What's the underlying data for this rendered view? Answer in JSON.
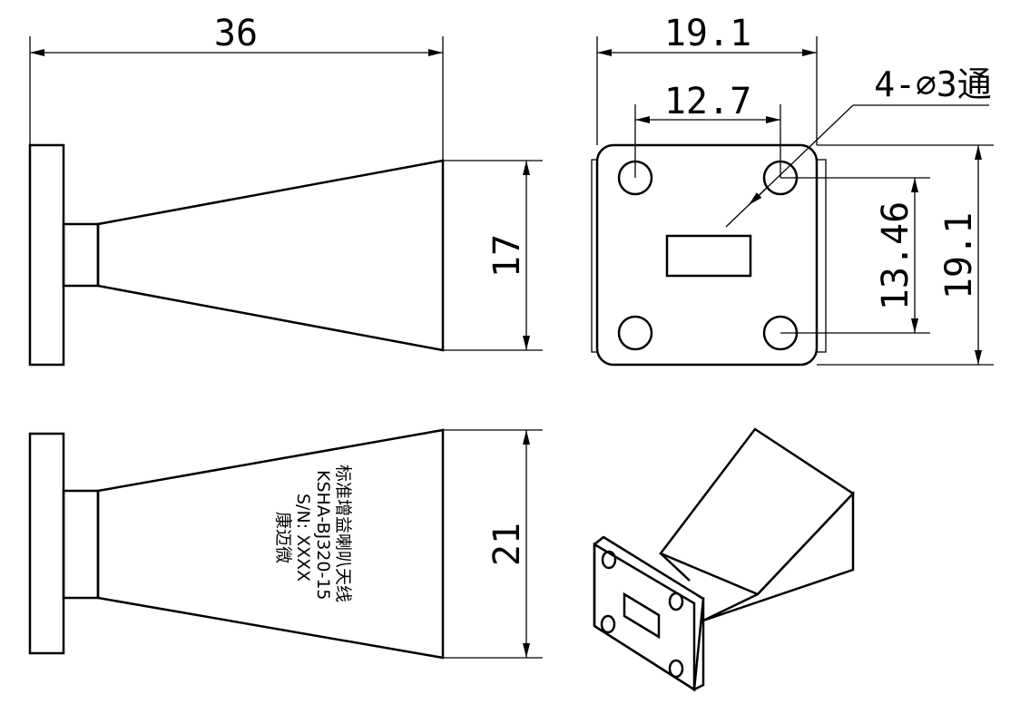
{
  "dimensions": {
    "top_length": "36",
    "top_mouth_height": "17",
    "side_mouth_height": "21",
    "flange_width": "19.1",
    "flange_height": "19.1",
    "hole_spacing_x": "12.7",
    "hole_spacing_y": "13.46",
    "hole_callout": "4-∅3通"
  },
  "engraving": {
    "line1": "标准增益喇叭天线",
    "line2": "KSHA-BJ320-15",
    "line3": "S/N: XXXX",
    "line4": "康迈微"
  }
}
